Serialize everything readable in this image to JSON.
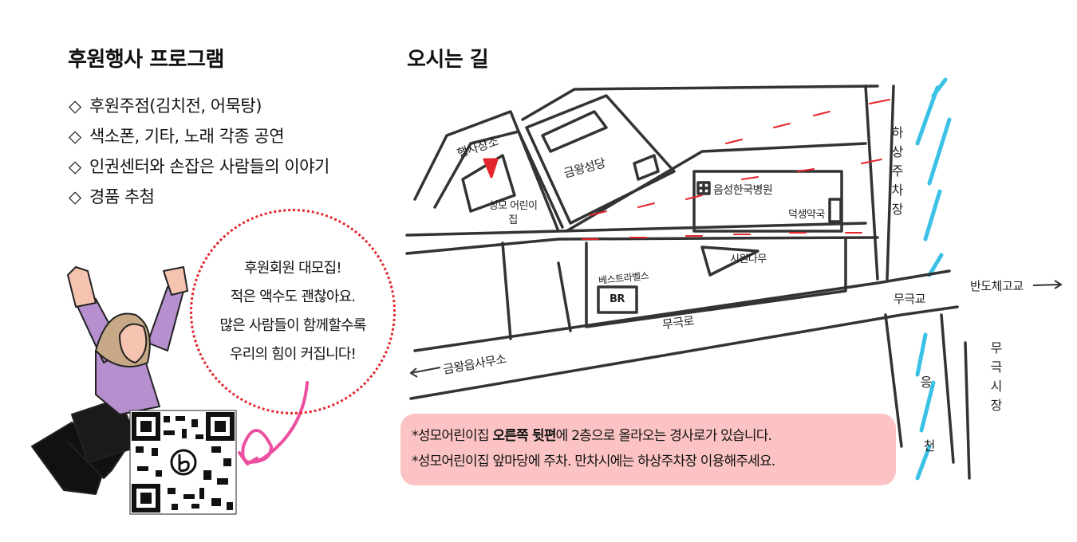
{
  "program": {
    "title": "후원행사 프로그램",
    "bullet": "◇",
    "items": [
      "후원주점(김치전, 어묵탕)",
      "색소폰, 기타, 노래 각종 공연",
      "인권센터와 손잡은 사람들의 이야기",
      "경품 추첨"
    ]
  },
  "directions": {
    "title": "오시는 길"
  },
  "bubble": {
    "lines": [
      "후원회원 대모집!",
      "적은 액수도 괜찮아요.",
      "많은 사람들이 함께할수록",
      "우리의 힘이 커집니다!"
    ]
  },
  "map": {
    "event_venue": "행사장소",
    "seongmo_daycare": "성모 어린이집",
    "geumwang_church": "금왕성당",
    "hospital": "음성한국병원",
    "pharmacy": "덕생약국",
    "store": "시원나무",
    "hotel": "베스트라벨스",
    "hotel_badge": "BR",
    "mugeuk_road": "무극로",
    "mugeuk_bridge": "무극교",
    "bandoche_school": "반도체고교",
    "town_office": "금왕읍사무소",
    "parking_v": "하상주차장",
    "market_v": "무극시장",
    "stream_top": "응",
    "stream_bottom": "천"
  },
  "note": {
    "line1_prefix": "*성모어린이집 ",
    "line1_bold": "오른쪽 뒷편",
    "line1_suffix": "에 2층으로 올라오는 경사로가 있습니다.",
    "line2": "*성모어린이집 앞마당에 주차. 만차시에는 하상주차장 이용해주세요."
  },
  "colors": {
    "pin": "#e3262d",
    "arrow": "#e3262d",
    "stream": "#3cc1e6",
    "note_bg": "#fbc3c3",
    "qr_arrow": "#ec4fa0"
  },
  "icons": [
    "plus-box-icon",
    "location-pin-icon",
    "qr-code-icon",
    "cheering-woman-illustration"
  ]
}
